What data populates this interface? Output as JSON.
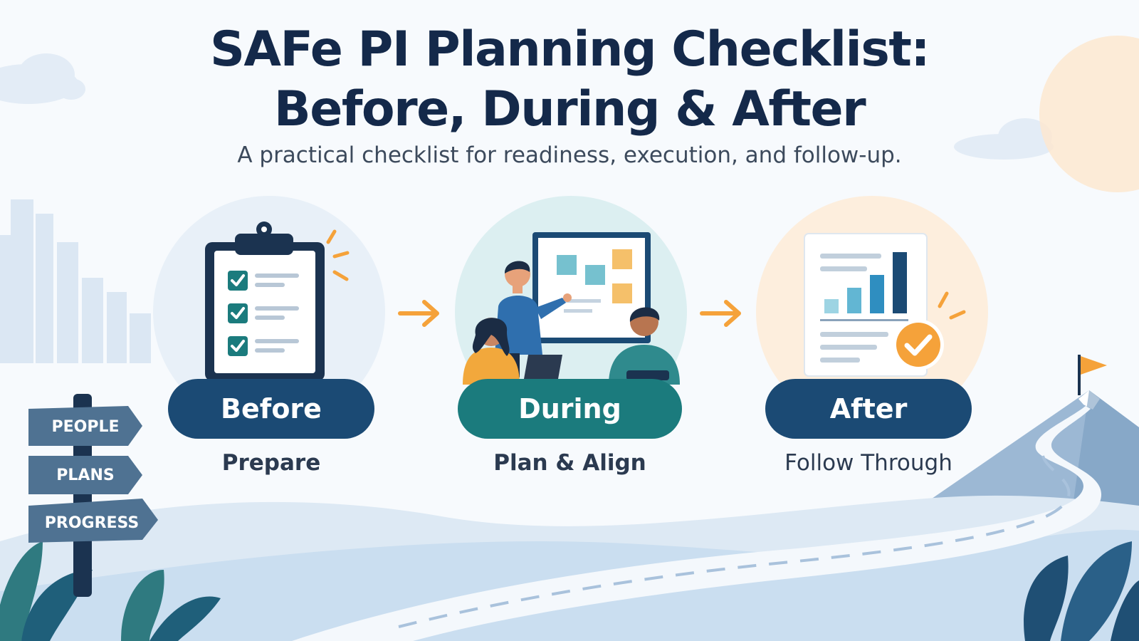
{
  "header": {
    "title_line1": "SAFe PI Planning Checklist:",
    "title_line2": "Before, During & After",
    "subtitle": "A practical checklist for readiness, execution, and follow-up."
  },
  "stages": [
    {
      "name": "Before",
      "label": "Prepare",
      "icon": "clipboard-checklist-icon",
      "color": "#1b4a74"
    },
    {
      "name": "During",
      "label": "Plan & Align",
      "icon": "team-planning-board-icon",
      "color": "#1b7b7d"
    },
    {
      "name": "After",
      "label": "Follow Through",
      "icon": "report-chart-check-icon",
      "color": "#1b4a74"
    }
  ],
  "signpost": [
    "PEOPLE",
    "PLANS",
    "PROGRESS"
  ],
  "colors": {
    "navy": "#1b4a74",
    "teal": "#1b7b7d",
    "accent": "#f5a23a",
    "title": "#14294a"
  }
}
